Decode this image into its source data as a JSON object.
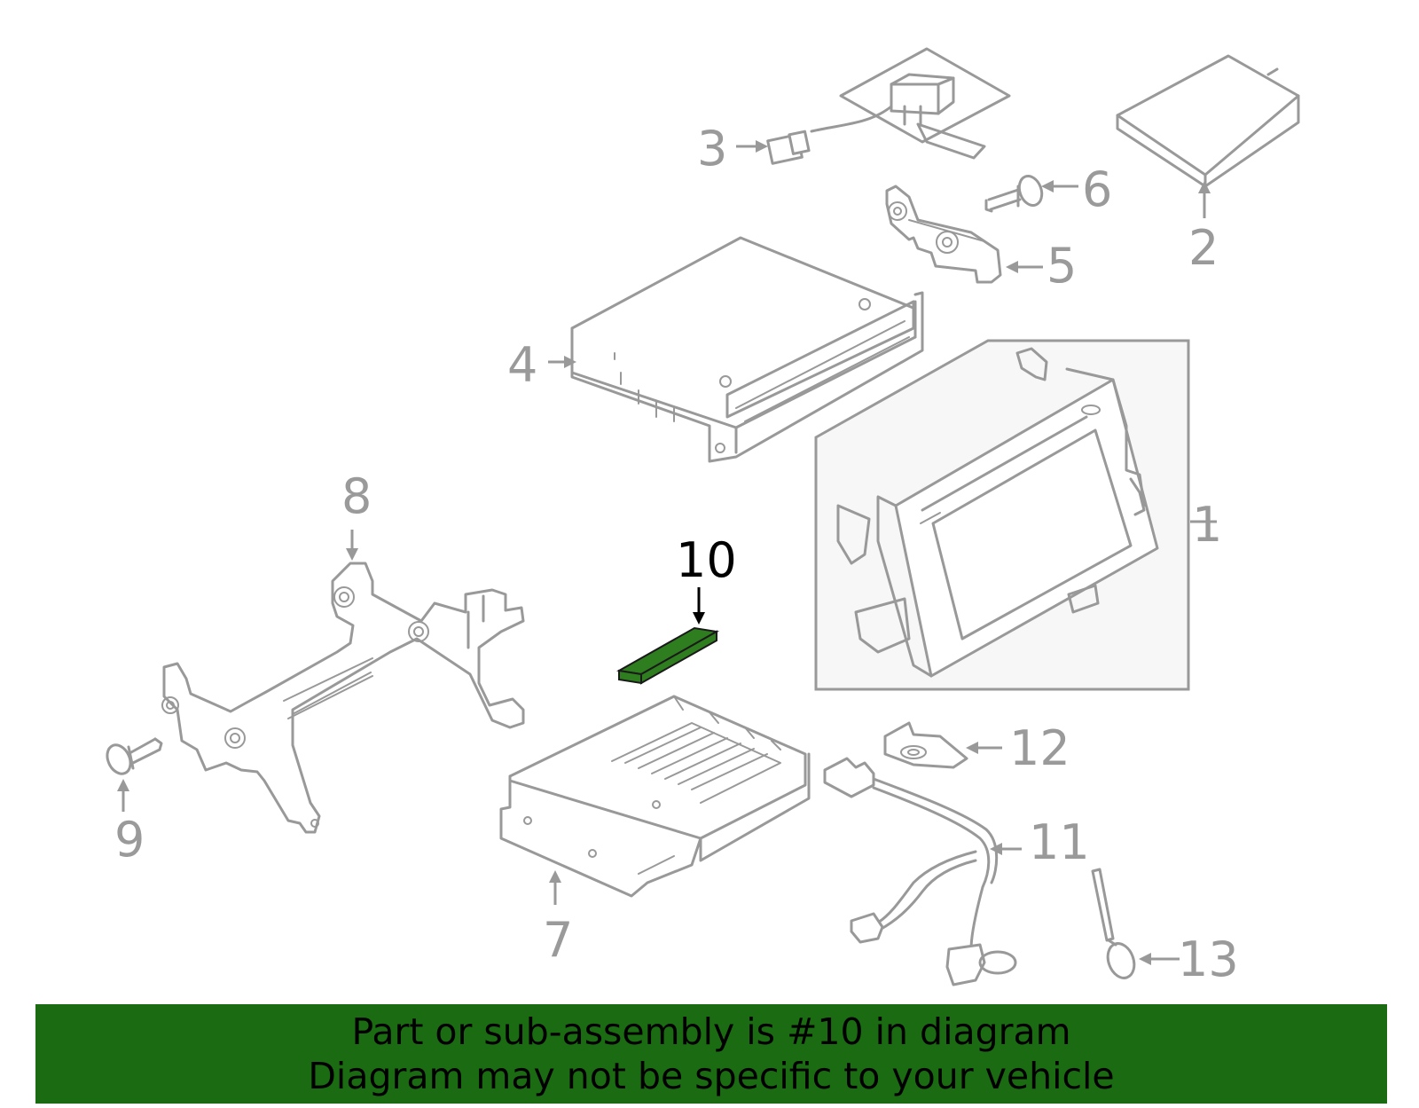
{
  "callouts": {
    "p1": "1",
    "p2": "2",
    "p3": "3",
    "p4": "4",
    "p5": "5",
    "p6": "6",
    "p7": "7",
    "p8": "8",
    "p9": "9",
    "p10": "10",
    "p11": "11",
    "p12": "12",
    "p13": "13"
  },
  "highlight": {
    "part": "10",
    "color": "#2e7d1e"
  },
  "banner": {
    "line1": "Part or sub-assembly is #10 in diagram",
    "line2": "Diagram may not be specific to your vehicle",
    "background": "#1b6b12"
  }
}
